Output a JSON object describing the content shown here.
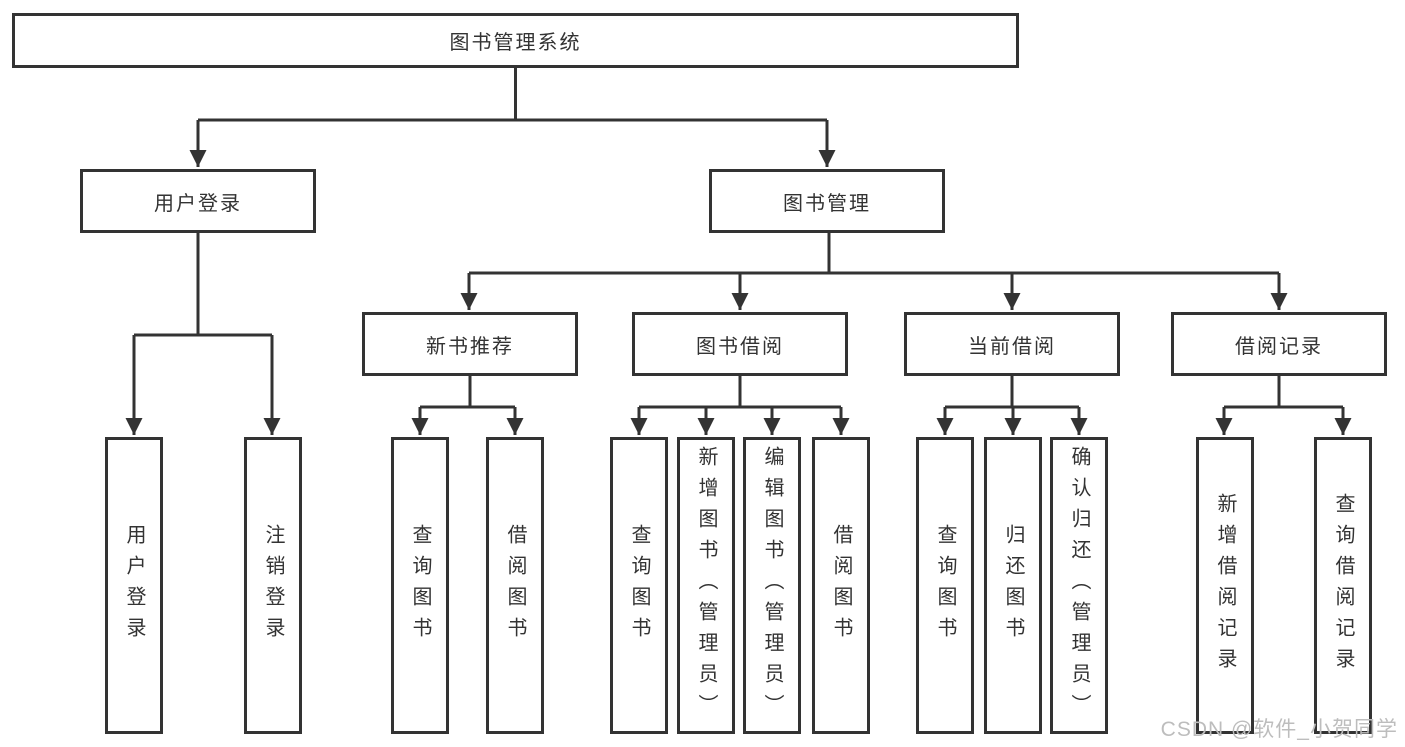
{
  "root": {
    "label": "图书管理系统"
  },
  "level2": {
    "user_login": {
      "label": "用户登录"
    },
    "book_management": {
      "label": "图书管理"
    }
  },
  "user_login_children": {
    "login": {
      "label": "用户登录"
    },
    "logout": {
      "label": "注销登录"
    }
  },
  "book_management_children": {
    "new_book_recommend": {
      "label": "新书推荐"
    },
    "book_borrow": {
      "label": "图书借阅"
    },
    "current_borrow": {
      "label": "当前借阅"
    },
    "borrow_records": {
      "label": "借阅记录"
    }
  },
  "new_book_recommend_children": {
    "query_book": {
      "label": "查询图书"
    },
    "borrow_book": {
      "label": "借阅图书"
    }
  },
  "book_borrow_children": {
    "query_book": {
      "label": "查询图书"
    },
    "add_book": {
      "label": "新增图书（管理员）"
    },
    "edit_book": {
      "label": "编辑图书（管理员）"
    },
    "borrow_book": {
      "label": "借阅图书"
    }
  },
  "current_borrow_children": {
    "query_book": {
      "label": "查询图书"
    },
    "return_book": {
      "label": "归还图书"
    },
    "confirm_return": {
      "label": "确认归还（管理员）"
    }
  },
  "borrow_records_children": {
    "add_record": {
      "label": "新增借阅记录"
    },
    "query_record": {
      "label": "查询借阅记录"
    }
  },
  "watermark": {
    "text": "CSDN @软件_小贺同学"
  },
  "colors": {
    "line": "#333333",
    "box_border": "#333333",
    "text": "#333333",
    "background": "#ffffff",
    "watermark": "#bdbdbd"
  }
}
